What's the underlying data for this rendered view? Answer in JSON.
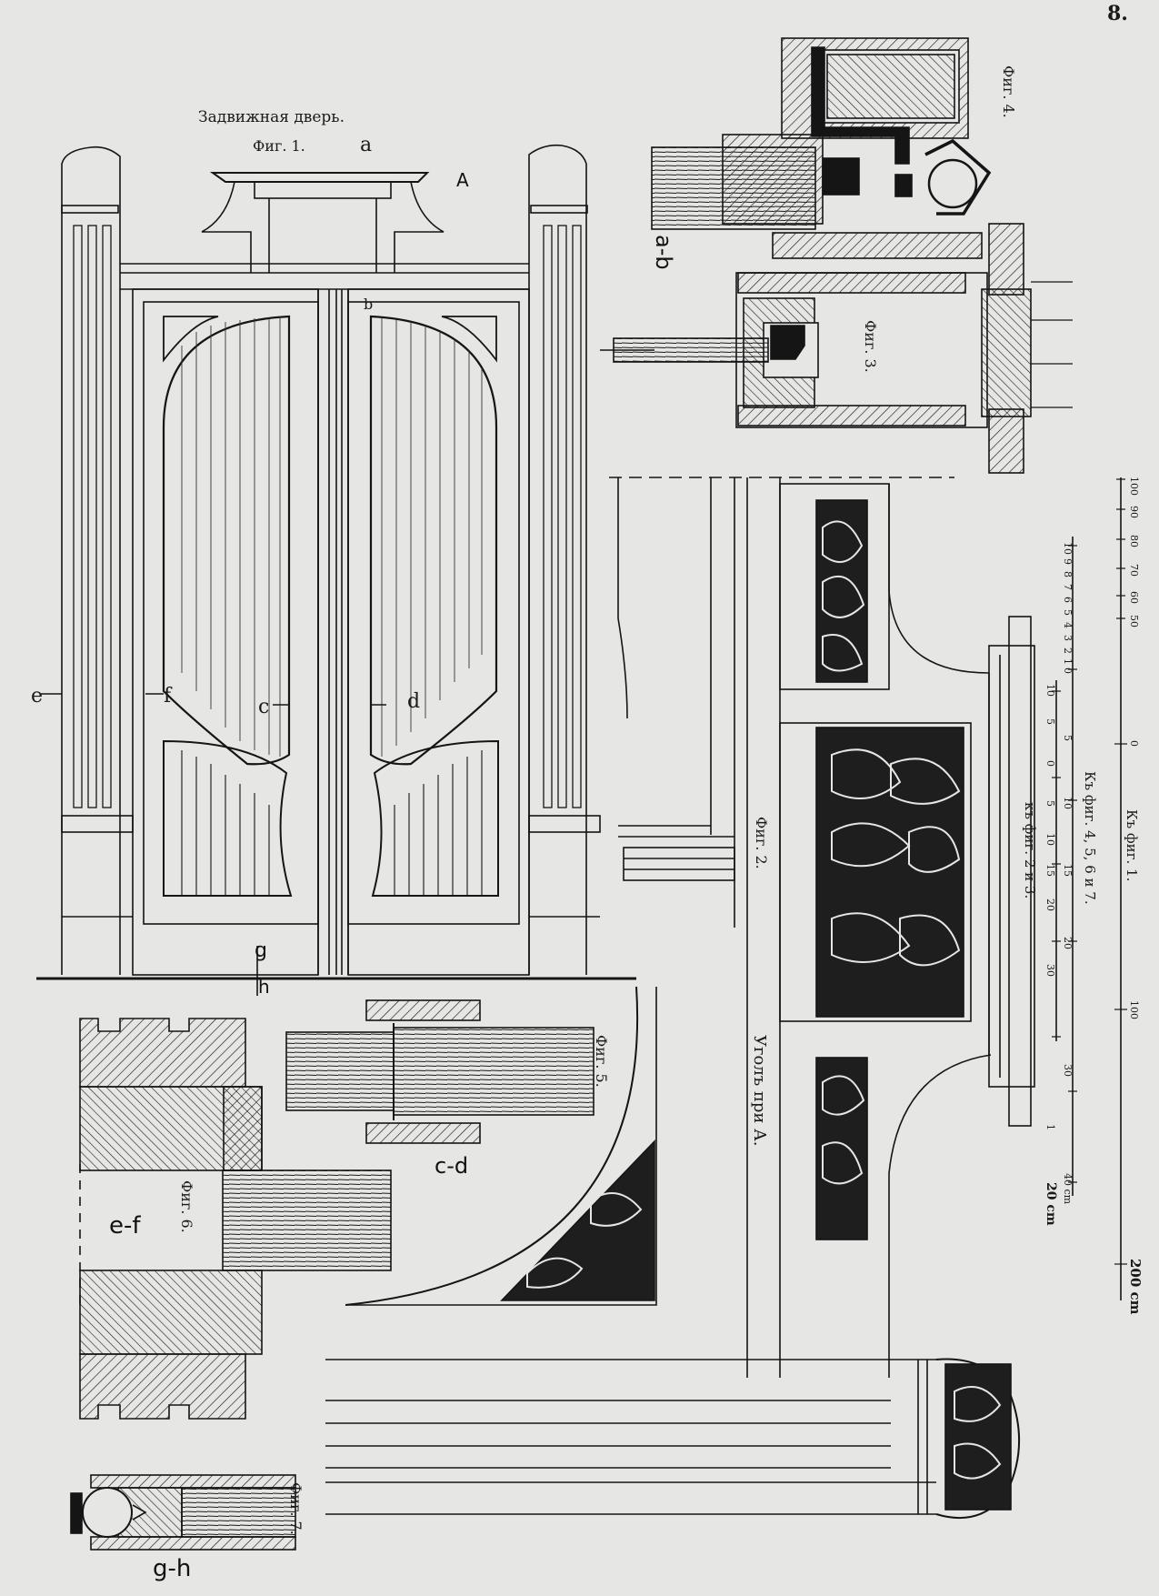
{
  "sheet": {
    "page_number": "8.",
    "title": "Задвижная дверь.",
    "background_color": "#e6e6e4",
    "ink_color": "#151515"
  },
  "fig1": {
    "label": "Фиг. 1.",
    "marks": {
      "a": "a",
      "A": "A",
      "b": "b",
      "c": "c",
      "d": "d",
      "e": "e",
      "f": "f",
      "g": "g",
      "h": "h"
    }
  },
  "fig2": {
    "label": "Фиг. 2.",
    "corner_label": "Уголъ при А."
  },
  "fig3": {
    "label": "Фиг. 3."
  },
  "fig4": {
    "label": "Фиг. 4.",
    "section": "a-b"
  },
  "fig5": {
    "label": "Фиг. 5.",
    "section": "c-d"
  },
  "fig6": {
    "label": "Фиг. 6.",
    "section": "e-f"
  },
  "fig7": {
    "label": "Фиг. 7.",
    "section": "g-h"
  },
  "scales": {
    "scale1": {
      "caption": "Къ фиг. 1.",
      "ticks": [
        "100",
        "90",
        "80",
        "70",
        "60",
        "50",
        "0",
        "100",
        "200 cm"
      ]
    },
    "scale2": {
      "caption": "Къ фиг. 4, 5, 6 и 7.",
      "ticks": [
        "10",
        "9",
        "8",
        "7",
        "6",
        "5",
        "4",
        "3",
        "2",
        "1",
        "0",
        "5",
        "10",
        "15",
        "20",
        "30",
        "40 cm"
      ]
    },
    "scale3": {
      "caption": "къ фиг. 2 и 3.",
      "ticks": [
        "10",
        "5",
        "0",
        "5",
        "10",
        "15",
        "20",
        "30",
        "1",
        "20 cm"
      ]
    }
  }
}
